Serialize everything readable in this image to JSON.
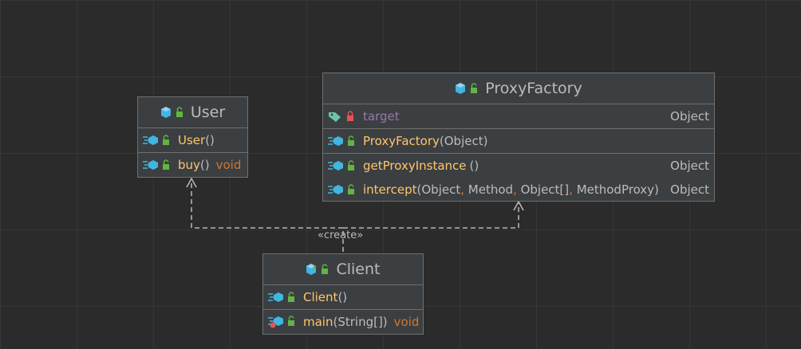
{
  "classes": {
    "user": {
      "title": "User",
      "constructor": {
        "name": "User",
        "params": "()"
      },
      "method": {
        "name": "buy",
        "params": "()",
        "return": "void"
      }
    },
    "proxy_factory": {
      "title": "ProxyFactory",
      "field": {
        "name": "target",
        "type": "Object"
      },
      "constructor": {
        "name": "ProxyFactory",
        "params": "(Object)"
      },
      "method1": {
        "name": "getProxyInstance",
        "params": "()",
        "return": "Object"
      },
      "method2": {
        "name": "intercept",
        "p_open": "(",
        "p1": "Object",
        "p2": " Method",
        "p3": " Object[]",
        "p4": " MethodProxy)",
        "sep": ",",
        "return": "Object"
      }
    },
    "client": {
      "title": "Client",
      "constructor": {
        "name": "Client",
        "params": "()"
      },
      "method": {
        "name": "main",
        "params": "(String[])",
        "return": "void"
      }
    }
  },
  "relations": {
    "stereotype": "«create»"
  },
  "colors": {
    "background": "#2b2b2b",
    "box": "#3c3f41",
    "border": "#6f6f6f",
    "method_name": "#ffc66d",
    "field_name": "#9876aa",
    "keyword": "#cc7832",
    "class_icon": "#40b6e0",
    "unlock_icon": "#62b543",
    "lock_icon": "#e05555"
  },
  "icons": [
    "class-icon",
    "public-unlocked-icon",
    "private-lock-icon",
    "field-tag-icon",
    "method-icon",
    "static-main-icon"
  ]
}
